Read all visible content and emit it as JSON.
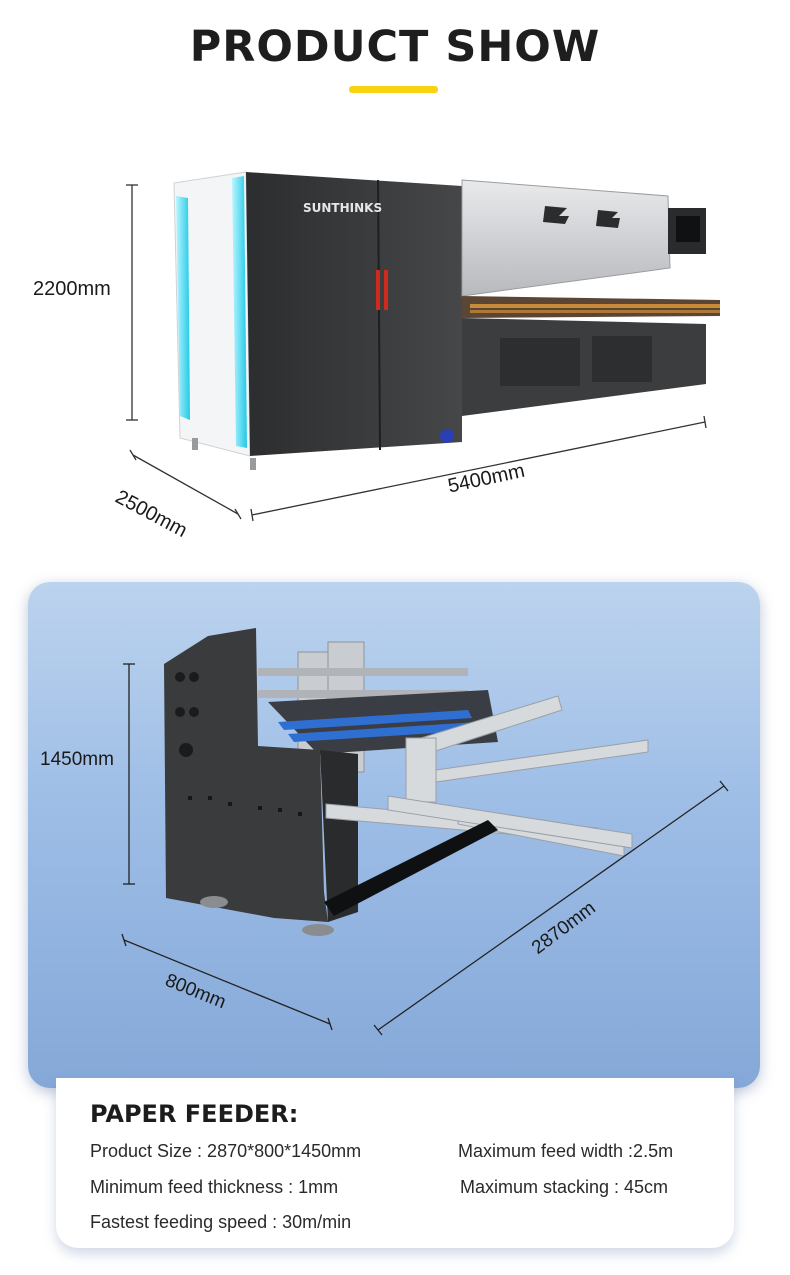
{
  "header": {
    "title": "PRODUCT SHOW"
  },
  "printer": {
    "brand": "SUNTHINKS",
    "dimensions": {
      "height": "2200mm",
      "depth": "2500mm",
      "width": "5400mm"
    }
  },
  "feeder": {
    "dimensions": {
      "height": "1450mm",
      "depth": "800mm",
      "length": "2870mm"
    }
  },
  "specs": {
    "heading": "PAPER FEEDER:",
    "items": [
      "Product Size : 2870*800*1450mm",
      "Maximum feed width :2.5m",
      "Minimum feed thickness : 1mm",
      "Maximum stacking : 45cm",
      "Fastest feeding speed : 30m/min"
    ]
  },
  "colors": {
    "accent": "#f7d312",
    "panel": "#9dbde6",
    "machine": "#3a3b3d",
    "glow": "#3ee0f4"
  }
}
